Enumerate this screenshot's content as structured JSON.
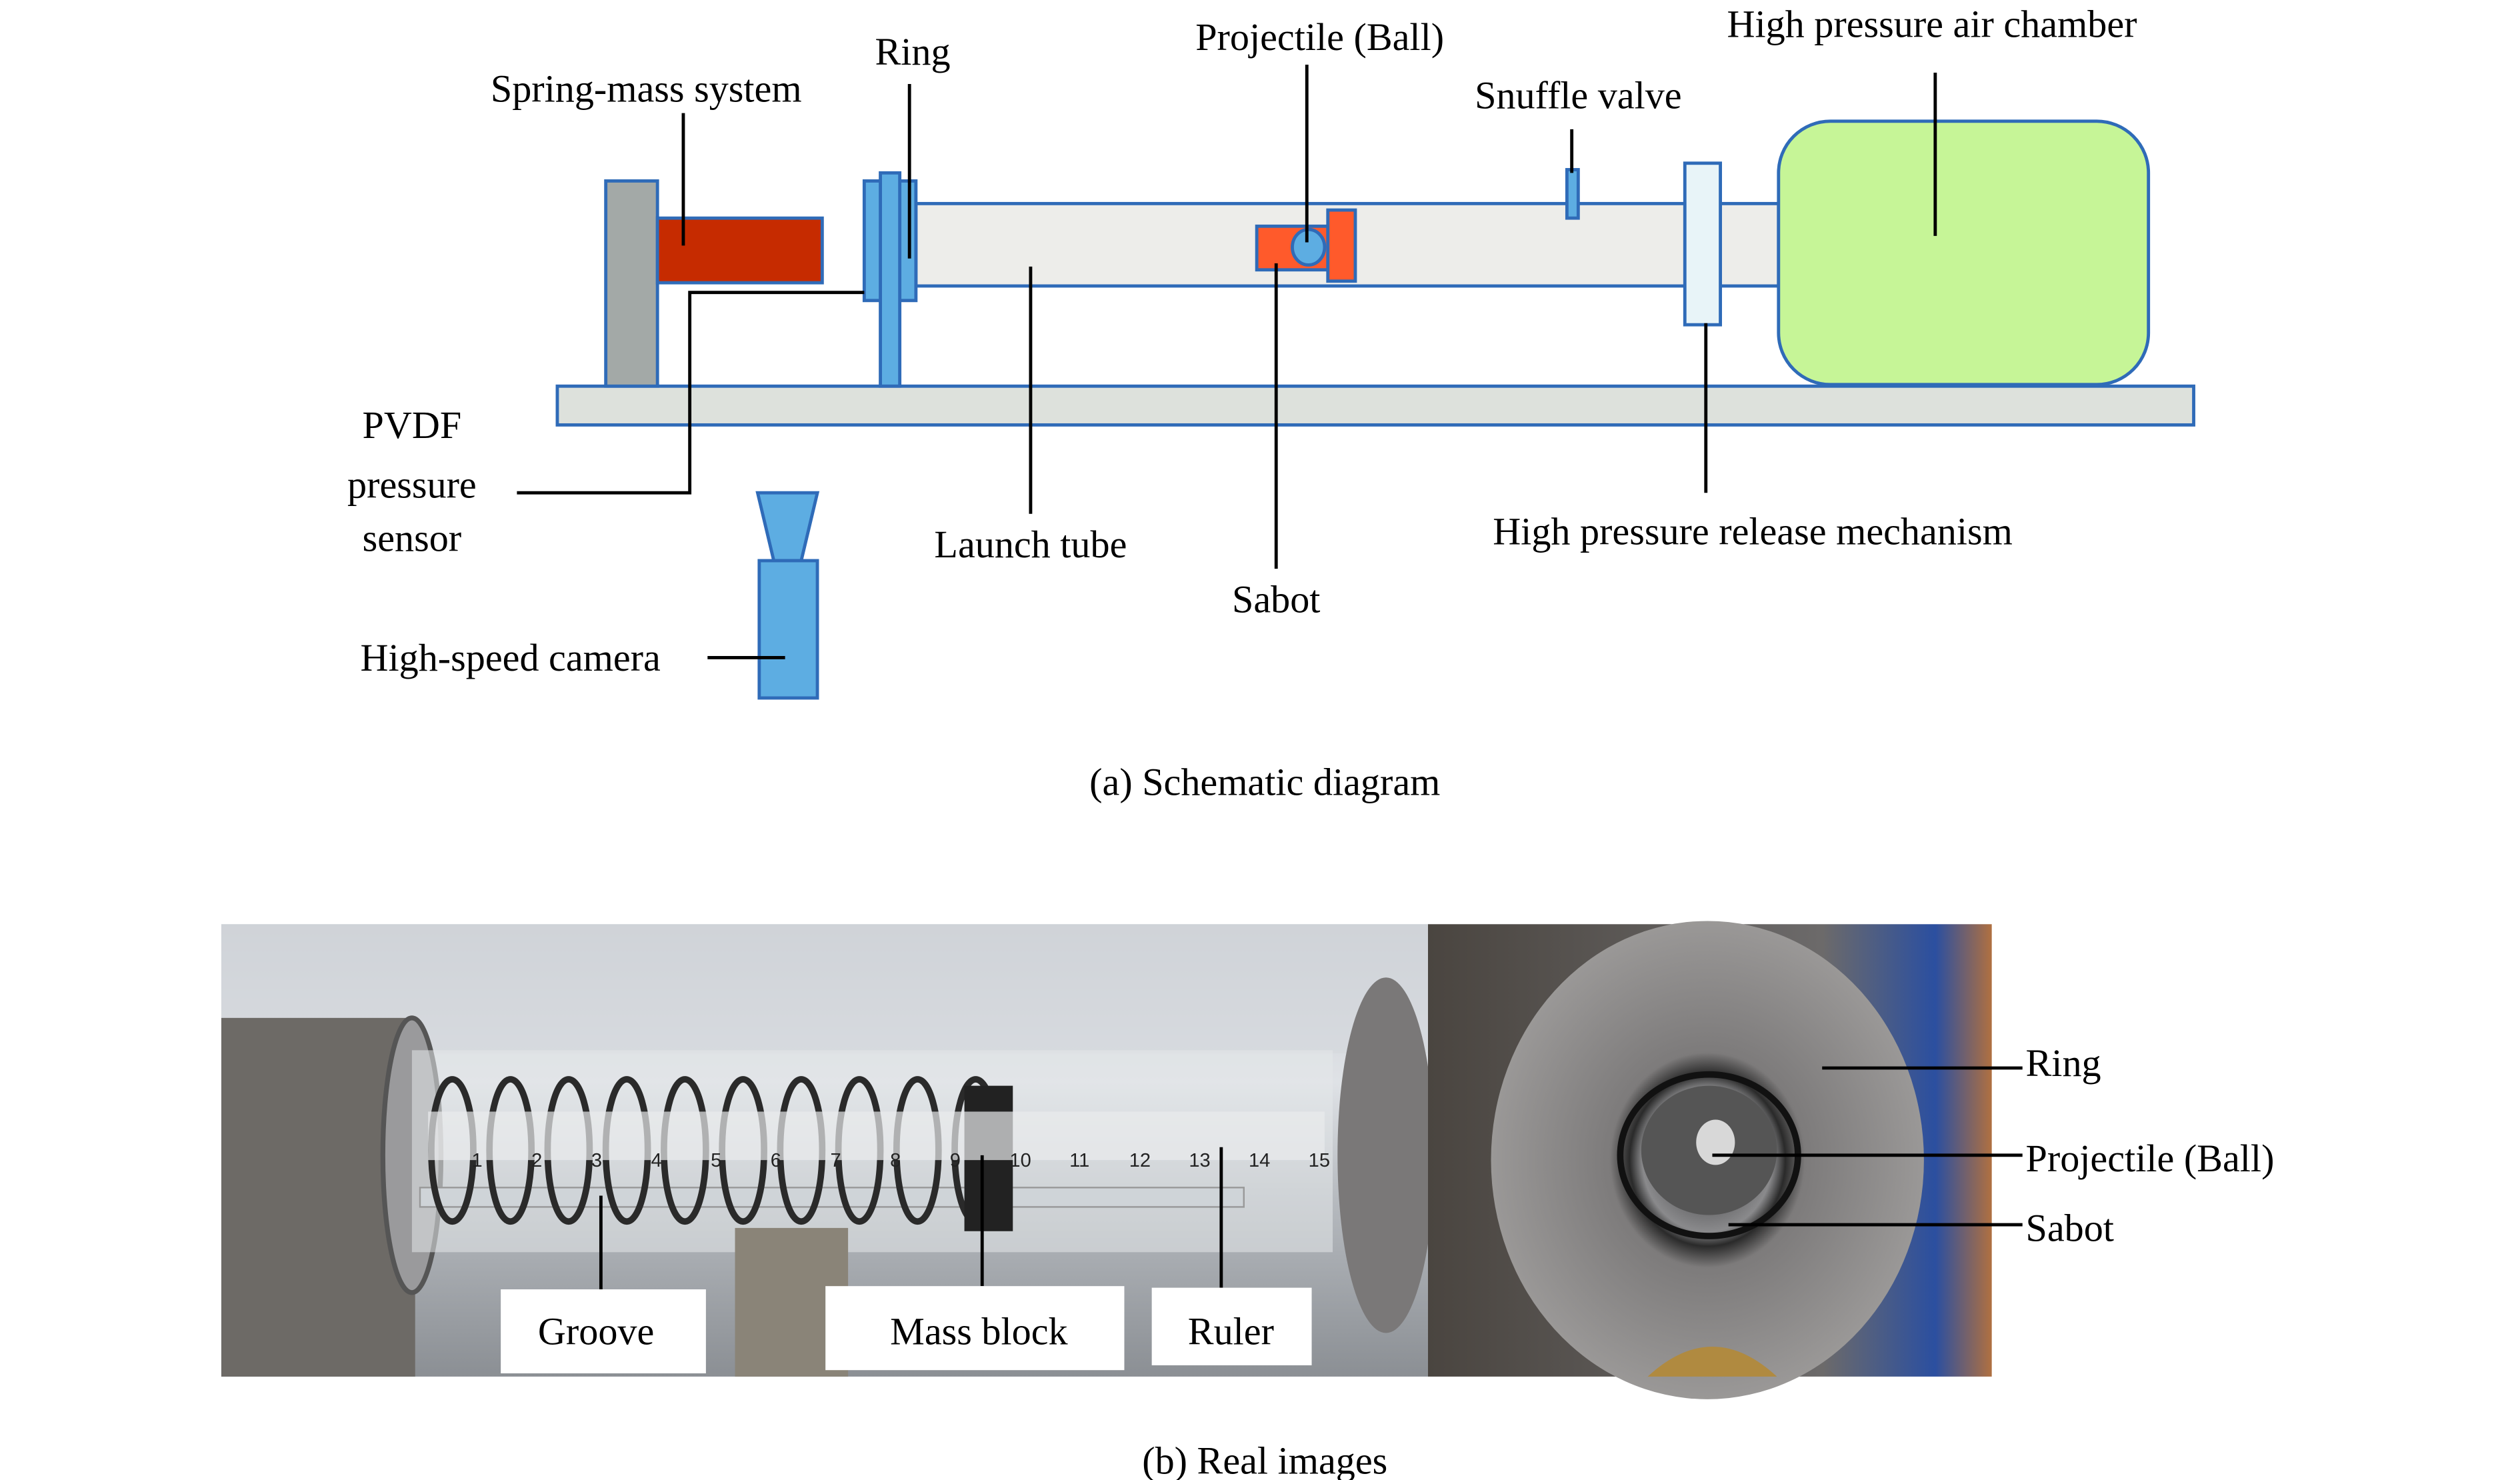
{
  "schematic": {
    "labels": {
      "spring_mass": "Spring-mass system",
      "ring": "Ring",
      "projectile": "Projectile (Ball)",
      "snuffle_valve": "Snuffle valve",
      "air_chamber": "High pressure air chamber",
      "pvdf_1": "PVDF",
      "pvdf_2": "pressure",
      "pvdf_3": "sensor",
      "launch_tube": "Launch tube",
      "sabot": "Sabot",
      "release": "High pressure release mechanism",
      "camera": "High-speed camera"
    },
    "caption": "(a) Schematic diagram",
    "colors": {
      "outline": "#2f6bb8",
      "wall": "#a3a9a7",
      "mass_block": "#c62b00",
      "ring": "#5dade2",
      "tube": "#ededea",
      "sabot": "#ff5a2b",
      "chamber": "#c6f597",
      "base": "#dde1dc"
    }
  },
  "photos": {
    "left_labels": {
      "groove": "Groove",
      "mass_block": "Mass block",
      "ruler": "Ruler"
    },
    "right_labels": {
      "ring": "Ring",
      "projectile": "Projectile (Ball)",
      "sabot": "Sabot"
    },
    "ruler_marks": [
      "1",
      "2",
      "3",
      "4",
      "5",
      "6",
      "7",
      "8",
      "9",
      "10",
      "11",
      "12",
      "13",
      "14",
      "15"
    ],
    "caption": "(b) Real images"
  }
}
